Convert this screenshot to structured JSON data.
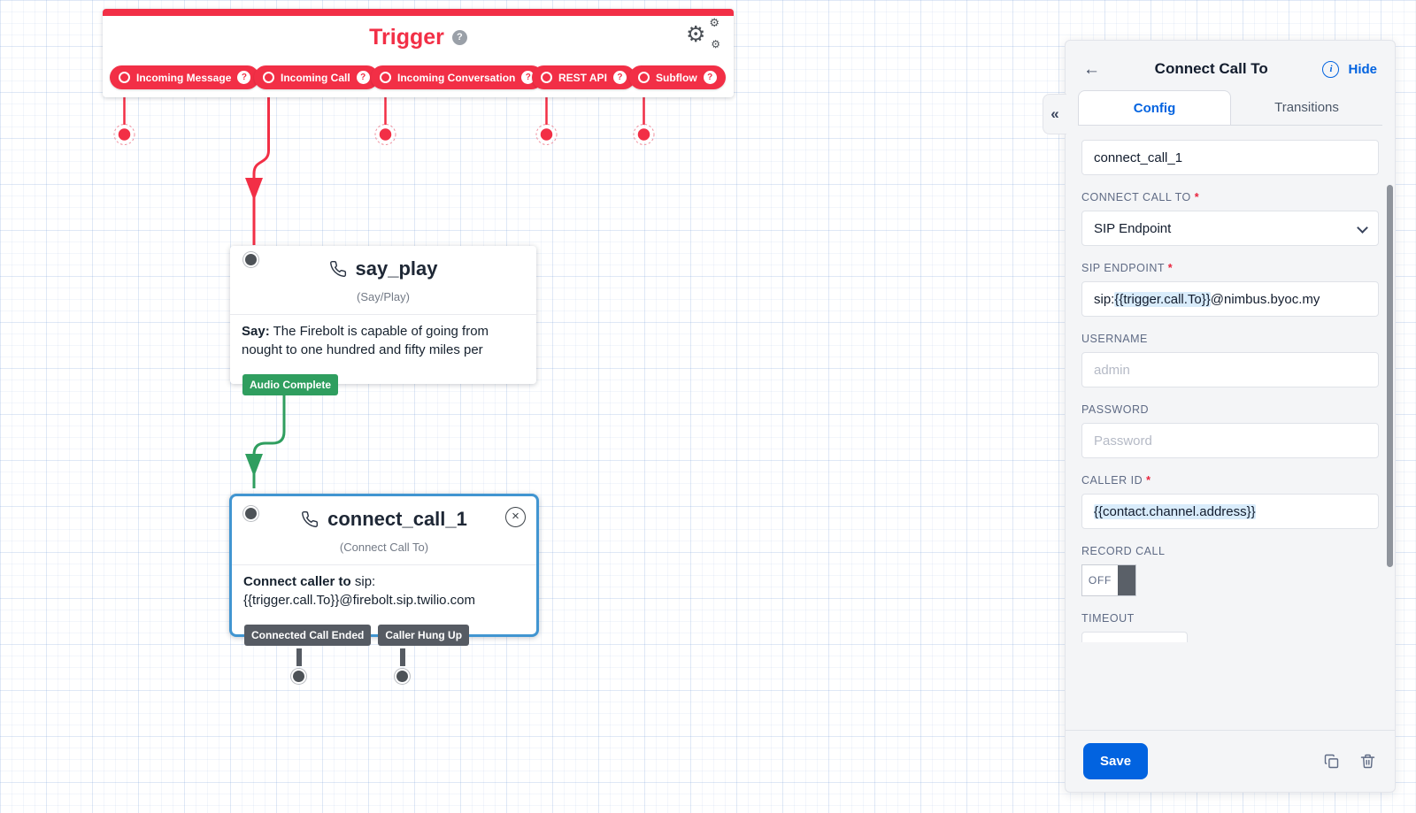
{
  "icons": {
    "back": "←",
    "collapse": "«",
    "close": "×",
    "help": "?",
    "info": "i",
    "gear": "⚙"
  },
  "colors": {
    "brand_red": "#F22F46",
    "transition_green": "#2F9E5F",
    "tag_gray": "#565B63",
    "selection_blue": "#4195D1",
    "action_blue": "#0263E0",
    "token_highlight": "#D9ECFB"
  },
  "canvas": {
    "trigger": {
      "title": "Trigger",
      "pills": [
        {
          "label": "Incoming Message"
        },
        {
          "label": "Incoming Call"
        },
        {
          "label": "Incoming Conversation"
        },
        {
          "label": "REST API"
        },
        {
          "label": "Subflow"
        }
      ]
    },
    "say_play": {
      "name": "say_play",
      "type_label": "(Say/Play)",
      "body_label": "Say:",
      "body_text": " The Firebolt is capable of going from nought to one hundred and fifty miles per",
      "transition": "Audio Complete"
    },
    "connect_call": {
      "name": "connect_call_1",
      "type_label": "(Connect Call To)",
      "body_label": "Connect caller to",
      "body_text": " sip: {{trigger.call.To}}@firebolt.sip.twilio.com",
      "transitions": [
        "Connected Call Ended",
        "Caller Hung Up"
      ]
    }
  },
  "panel": {
    "title": "Connect Call To",
    "hide_label": "Hide",
    "tabs": [
      {
        "label": "Config"
      },
      {
        "label": "Transitions"
      }
    ],
    "widget_name": {
      "value": "connect_call_1"
    },
    "connect_call_to": {
      "label": "CONNECT CALL TO",
      "required": "*",
      "value": "SIP Endpoint"
    },
    "sip_endpoint": {
      "label": "SIP ENDPOINT",
      "required": "*",
      "value_prefix": "sip: ",
      "value_token": "{{trigger.call.To}}",
      "value_suffix": "@nimbus.byoc.my"
    },
    "username": {
      "label": "USERNAME",
      "placeholder": "admin"
    },
    "password": {
      "label": "PASSWORD",
      "placeholder": "Password"
    },
    "caller_id": {
      "label": "CALLER ID",
      "required": "*",
      "value_token": "{{contact.channel.address}}"
    },
    "record_call": {
      "label": "RECORD CALL",
      "value": "OFF"
    },
    "timeout": {
      "label": "TIMEOUT"
    },
    "save_label": "Save"
  }
}
